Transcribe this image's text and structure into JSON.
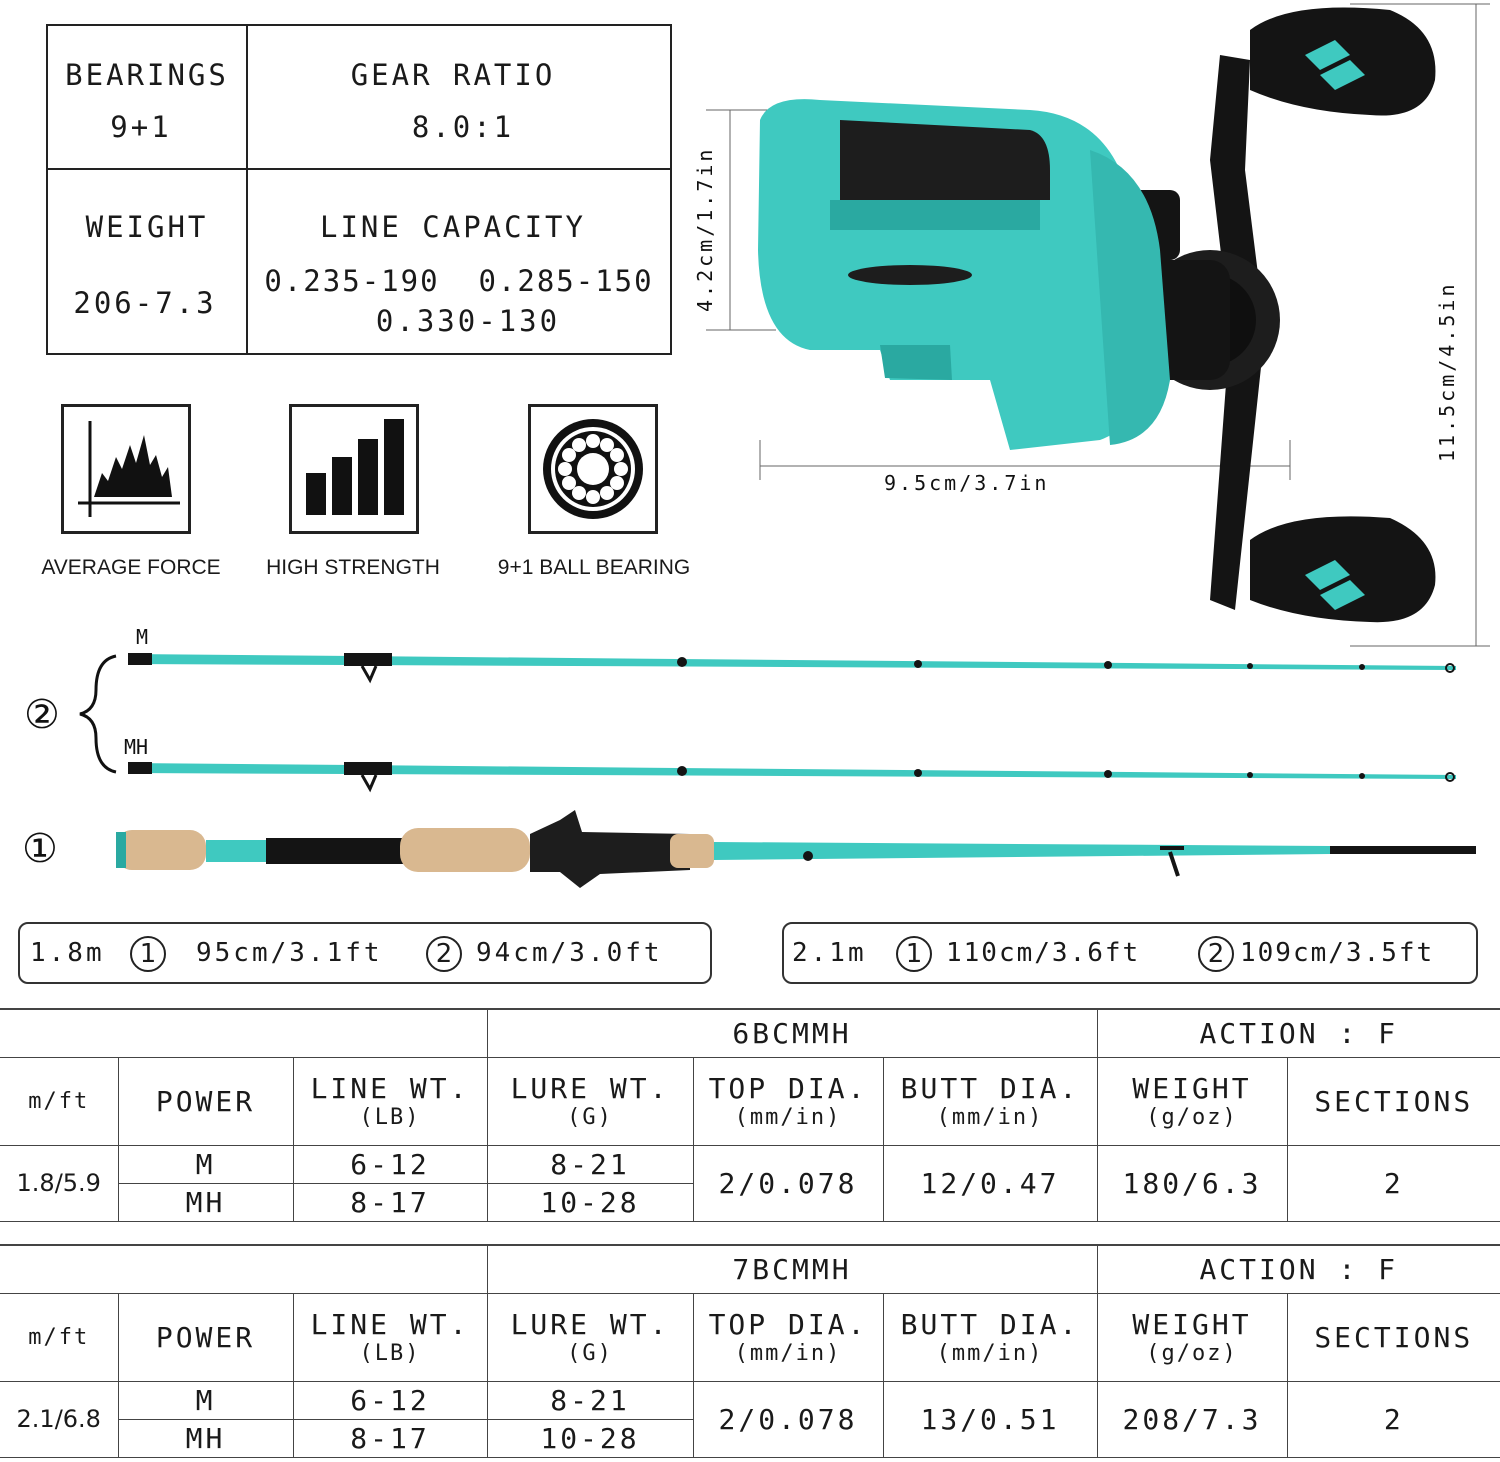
{
  "reel_specs": {
    "bearings_label": "BEARINGS",
    "bearings_value": "9+1",
    "gear_ratio_label": "GEAR RATIO",
    "gear_ratio_value": "8.0:1",
    "weight_label": "WEIGHT",
    "weight_value": "206-7.3",
    "line_capacity_label": "LINE CAPACITY",
    "line_capacity_row1": "0.235-190  0.285-150",
    "line_capacity_row2": "0.330-130"
  },
  "features": [
    {
      "label": "AVERAGE FORCE",
      "icon": "mountain-chart-icon"
    },
    {
      "label": "HIGH STRENGTH",
      "icon": "bar-strength-icon"
    },
    {
      "label": "9+1 BALL BEARING",
      "icon": "ball-bearing-icon"
    }
  ],
  "reel_dimensions": {
    "height": "4.2cm/1.7in",
    "width": "9.5cm/3.7in",
    "total_height": "11.5cm/4.5in"
  },
  "rod_diagram": {
    "section2_marker": "②",
    "section1_marker": "①",
    "tip_m_label": "M",
    "tip_mh_label": "MH"
  },
  "lengths": [
    {
      "total": "1.8m",
      "marker1": "1",
      "section1": "95cm/3.1ft",
      "marker2": "2",
      "section2": "94cm/3.0ft"
    },
    {
      "total": "2.1m",
      "marker1": "1",
      "section1": "110cm/3.6ft",
      "marker2": "2",
      "section2": "109cm/3.5ft"
    }
  ],
  "tables": [
    {
      "model": "6BCMMH",
      "action": "ACTION : F",
      "headers": {
        "mft": "m/ft",
        "power": "POWER",
        "line_wt": "LINE WT.",
        "line_wt_unit": "(LB)",
        "lure_wt": "LURE WT.",
        "lure_wt_unit": "(G)",
        "top_dia": "TOP DIA.",
        "top_dia_unit": "(mm/in)",
        "butt_dia": "BUTT DIA.",
        "butt_dia_unit": "(mm/in)",
        "weight": "WEIGHT",
        "weight_unit": "(g/oz)",
        "sections": "SECTIONS"
      },
      "length": "1.8/5.9",
      "rows": [
        {
          "power": "M",
          "line_wt": "6-12",
          "lure_wt": "8-21"
        },
        {
          "power": "MH",
          "line_wt": "8-17",
          "lure_wt": "10-28"
        }
      ],
      "top_dia": "2/0.078",
      "butt_dia": "12/0.47",
      "weight": "180/6.3",
      "sections": "2"
    },
    {
      "model": "7BCMMH",
      "action": "ACTION : F",
      "headers": {
        "mft": "m/ft",
        "power": "POWER",
        "line_wt": "LINE WT.",
        "line_wt_unit": "(LB)",
        "lure_wt": "LURE WT.",
        "lure_wt_unit": "(G)",
        "top_dia": "TOP DIA.",
        "top_dia_unit": "(mm/in)",
        "butt_dia": "BUTT DIA.",
        "butt_dia_unit": "(mm/in)",
        "weight": "WEIGHT",
        "weight_unit": "(g/oz)",
        "sections": "SECTIONS"
      },
      "length": "2.1/6.8",
      "rows": [
        {
          "power": "M",
          "line_wt": "6-12",
          "lure_wt": "8-21"
        },
        {
          "power": "MH",
          "line_wt": "8-17",
          "lure_wt": "10-28"
        }
      ],
      "top_dia": "2/0.078",
      "butt_dia": "13/0.51",
      "weight": "208/7.3",
      "sections": "2"
    }
  ],
  "colors": {
    "teal": "#3fc9c0",
    "teal_dark": "#2aa9a1",
    "black": "#141414",
    "cork": "#d9b890"
  }
}
